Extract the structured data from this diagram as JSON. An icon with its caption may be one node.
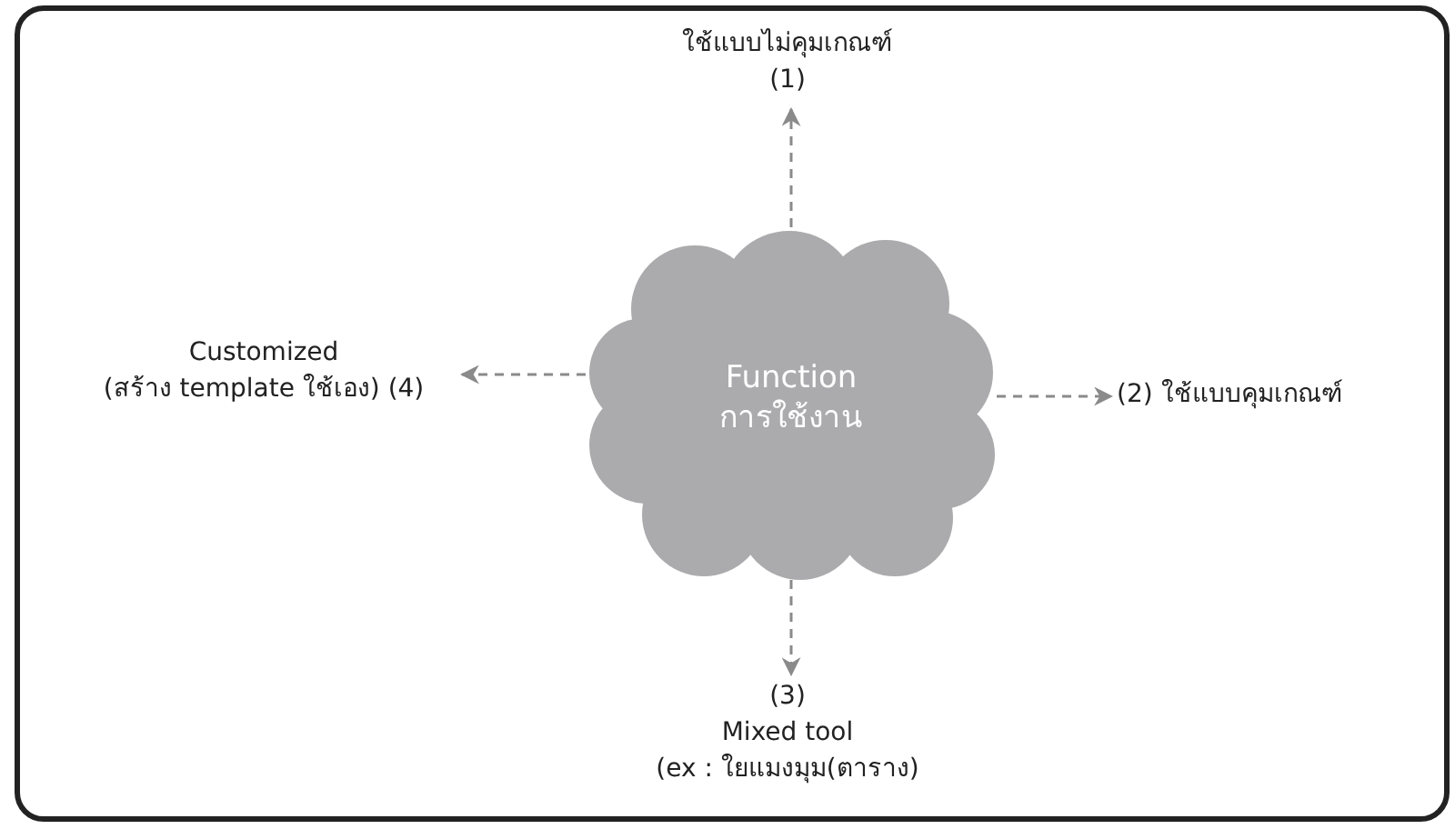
{
  "diagram": {
    "nodes": [
      {
        "text": [
          "Function การใช้งาน"
        ]
      },
      {
        "text": [
          "ใช้แบบไม่คุมเกณฑ์ (1)"
        ]
      },
      {
        "text": [
          "(2) ใช้แบบคุมเกณฑ์"
        ]
      },
      {
        "text": [
          "(3) Mixed tool (ex : ใยแมงมุม(ตาราง)"
        ]
      },
      {
        "text": [
          "Customized (สร้าง template ใช้เอง) (4)"
        ]
      }
    ],
    "edges": [
      {
        "from": 0,
        "to": 1,
        "arrow": "to",
        "style": "dashed"
      },
      {
        "from": 0,
        "to": 2,
        "arrow": "to",
        "style": "dashed"
      },
      {
        "from": 0,
        "to": 3,
        "arrow": "to",
        "style": "dashed"
      },
      {
        "from": 0,
        "to": 4,
        "arrow": "to",
        "style": "dashed"
      }
    ]
  }
}
